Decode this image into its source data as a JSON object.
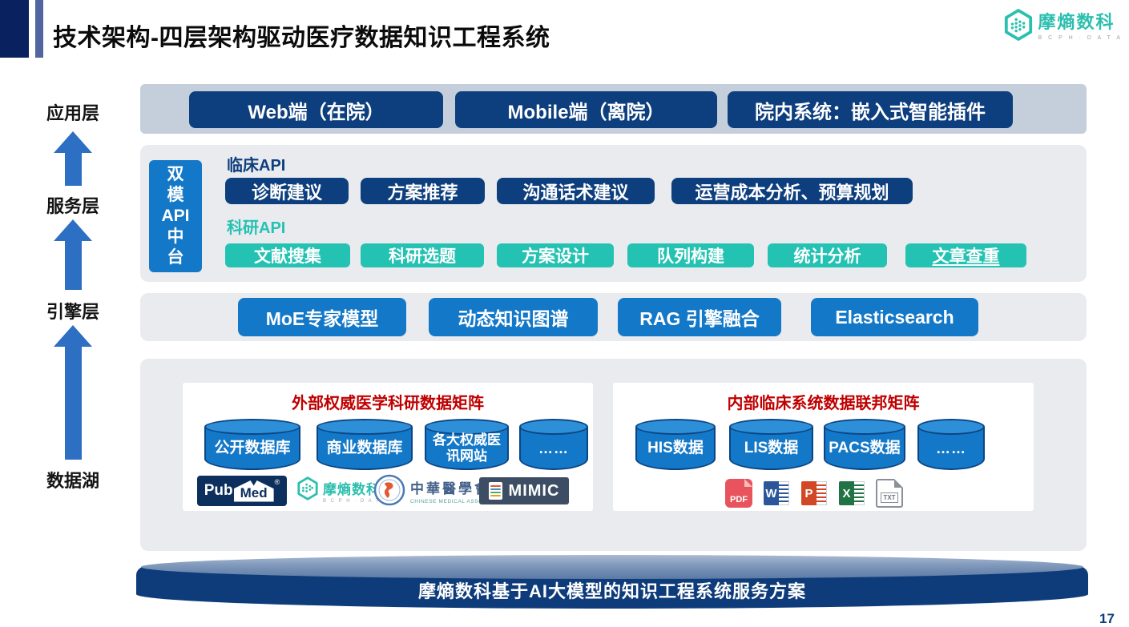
{
  "header": {
    "title": "技术架构-四层架构驱动医疗数据知识工程系统",
    "logo_name": "摩熵数科",
    "logo_subtitle": "B C P H · D A T A"
  },
  "left_rail": {
    "labels": [
      "应用层",
      "服务层",
      "引擎层",
      "数据湖"
    ]
  },
  "app_layer": {
    "items": [
      "Web端（在院）",
      "Mobile端（离院）",
      "院内系统：嵌入式智能插件"
    ]
  },
  "service_layer": {
    "hub": [
      "双",
      "模",
      "API",
      "中",
      "台"
    ],
    "clinical_label": "临床API",
    "clinical_items": [
      "诊断建议",
      "方案推荐",
      "沟通话术建议",
      "运营成本分析、预算规划"
    ],
    "research_label": "科研API",
    "research_items": [
      "文献搜集",
      "科研选题",
      "方案设计",
      "队列构建",
      "统计分析",
      "文章查重"
    ]
  },
  "engine_layer": {
    "items": [
      "MoE专家模型",
      "动态知识图谱",
      "RAG 引擎融合",
      "Elasticsearch"
    ]
  },
  "data_lake": {
    "external": {
      "title": "外部权威医学科研数据矩阵",
      "cylinders": [
        "公开数据库",
        "商业数据库",
        "各大权威医讯网站",
        "……"
      ],
      "logos": {
        "pubmed_pub": "Pub",
        "pubmed_med": "Med",
        "pubmed_reg": "®",
        "mobi_name": "摩熵数科",
        "mobi_subtitle": "B C P H · D A T A",
        "cma_name_cn": "中華醫學會",
        "cma_name_en": "CHINESE MEDICAL ASSOCIATION",
        "mimic_label": "MIMIC"
      }
    },
    "internal": {
      "title": "内部临床系统数据联邦矩阵",
      "cylinders": [
        "HIS数据",
        "LIS数据",
        "PACS数据",
        "……"
      ],
      "file_icons": [
        "PDF",
        "W",
        "P",
        "X",
        "TXT"
      ]
    }
  },
  "banner": {
    "text": "摩熵数科基于AI大模型的知识工程系统服务方案"
  },
  "page_number": "17",
  "colors": {
    "navy": "#0d3e7d",
    "blue": "#1478c8",
    "teal": "#24c2b2",
    "logo_teal": "#2bbfae",
    "red_title": "#c00000",
    "arrow_blue": "#2d6fc3",
    "band_app": "#c5cfdc",
    "band_gray": "#e9ebee",
    "banner_navy": "#0e3c7a"
  }
}
